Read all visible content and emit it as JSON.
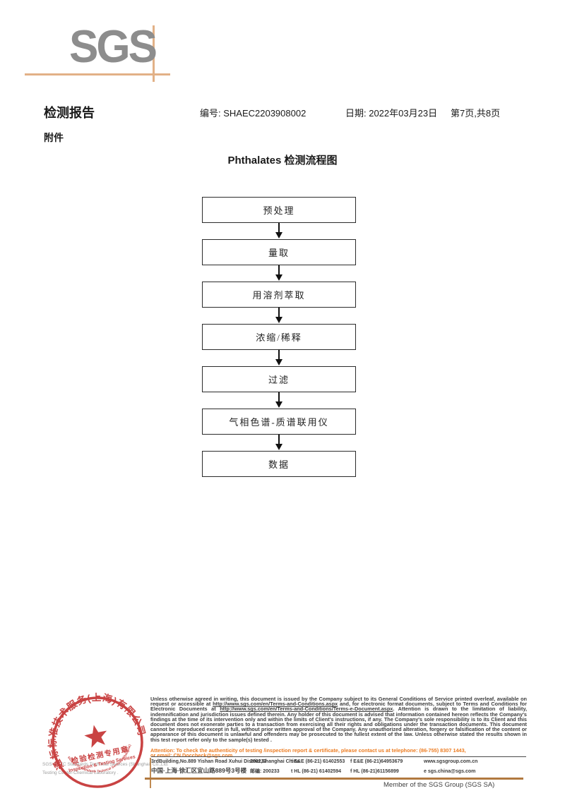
{
  "colors": {
    "accent_line": "#e2b187",
    "footer_line": "#b1793f",
    "attention_orange": "#ed7c21",
    "stamp_red": "#c53434",
    "logo_gray": "#8d8d8d"
  },
  "logo": {
    "text": "SGS"
  },
  "header": {
    "title": "检测报告",
    "number": "编号: SHAEC2203908002",
    "date": "日期: 2022年03月23日",
    "page": "第7页,共8页",
    "attachment": "附件"
  },
  "flowchart": {
    "title": "Phthalates 检测流程图",
    "steps": [
      "预处理",
      "量取",
      "用溶剂萃取",
      "浓缩/稀释",
      "过滤",
      "气相色谱-质谱联用仪",
      "数据"
    ]
  },
  "seal": {
    "arc_text": "通标标准技术服务(上海)有限公司",
    "line1": "检验检测专用章",
    "line2": "Inspection & Testing Services",
    "bottom_arc": "SGS-CSTC Standards Technical Services (Shanghai) Co.,Ltd."
  },
  "company_gray": {
    "line1": "SGS-CSTC Standards Technical Services (Shanghai) Co.,Ltd.",
    "line2": "Testing Center-Chemical Laboratory ."
  },
  "disclaimer": {
    "p1a": "Unless otherwise agreed in writing, this document is issued by the Company subject to its General Conditions of Service printed overleaf, available on request or accessible at ",
    "url1": "http://www.sgs.com/en/Terms-and-Conditions.aspx",
    "p1b": " and, for electronic format documents, subject to Terms and Conditions for Electronic Documents at ",
    "url2": "http://www.sgs.com/en/Terms-and-Conditions/Terms-e-Document.aspx",
    "p1c": ". Attention is drawn to the limitation of liability, indemnification and jurisdiction issues defined therein. Any holder of this document is advised that information contained hereon reflects the Company's findings at the time of its intervention only and within the limits of Client's instructions, if any. The Company's sole responsibility is to its Client and this document does not exonerate parties to a transaction from exercising all their rights and obligations under the transaction documents. This document cannot be reproduced except in full, without prior written approval of the Company. Any unauthorized alteration, forgery or falsification of the content or appearance of this document is unlawful and offenders may be prosecuted to the fullest extent of the law. Unless otherwise stated the results shown in this test report refer only to the sample(s) tested .",
    "attention1": "Attention: To check the authenticity of testing /inspection report & certificate, please contact us at telephone: (86-755) 8307 1443,",
    "attention2": "or email: CN.Doccheck@sgs.com"
  },
  "address": {
    "en_line": "3rdBuilding,No.889 Yishan Road Xuhui District,Shanghai China",
    "en_postal": "200233",
    "en_tel": "t E&E (86-21) 61402553",
    "en_fax": "f E&E (86-21)64953679",
    "web": "www.sgsgroup.com.cn",
    "cn_line": "中国·上海·徐汇区宜山路889号3号楼",
    "cn_postal": "邮编: 200233",
    "cn_tel": "t HL (86-21) 61402594",
    "cn_fax": "f HL (86-21)61156899",
    "email": "e  sgs.china@sgs.com"
  },
  "footer": {
    "member": "Member of the SGS Group (SGS SA)"
  }
}
